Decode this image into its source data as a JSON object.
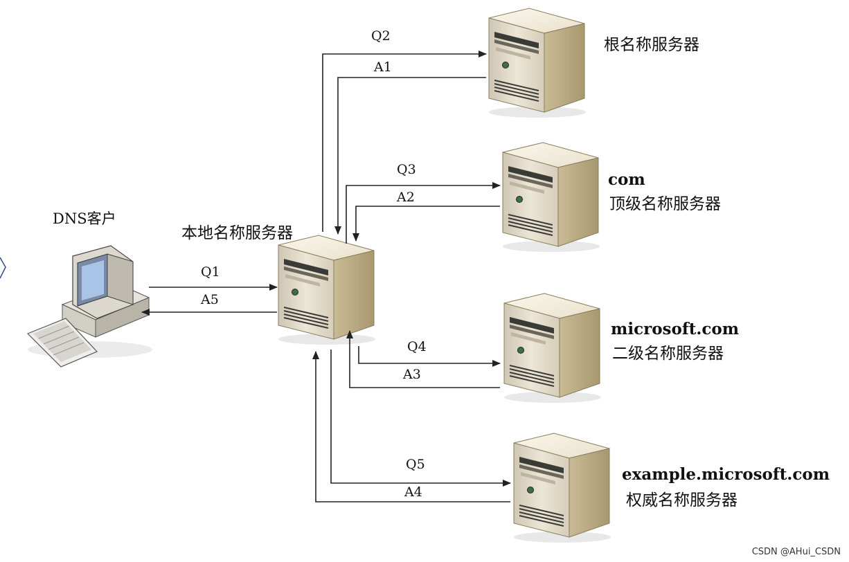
{
  "nodes": {
    "root": {
      "label": "根名称服务器"
    },
    "com": {
      "domain": "com",
      "label": "顶级名称服务器"
    },
    "second": {
      "domain": "microsoft.com",
      "label": "二级名称服务器"
    },
    "auth": {
      "domain": "example.microsoft.com",
      "label": "权威名称服务器"
    },
    "local": {
      "label": "本地名称服务器"
    },
    "client": {
      "label": "DNS客户"
    }
  },
  "edges": {
    "q1": "Q1",
    "a5": "A5",
    "q2": "Q2",
    "a1": "A1",
    "q3": "Q3",
    "a2": "A2",
    "q4": "Q4",
    "a3": "A3",
    "q5": "Q5",
    "a4": "A4"
  },
  "watermark": "CSDN @AHui_CSDN"
}
